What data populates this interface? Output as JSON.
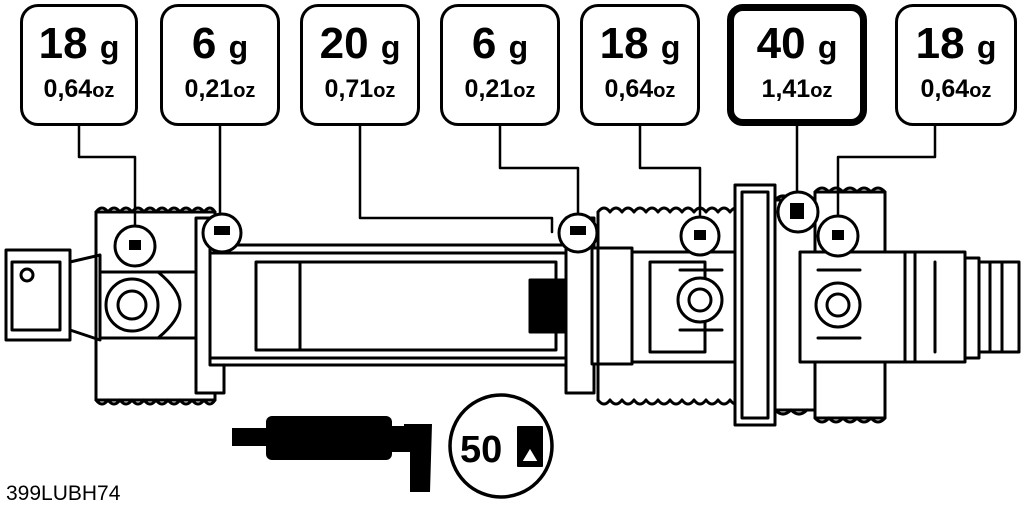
{
  "grease_points": [
    {
      "grams": "18",
      "grams_unit": "g",
      "ounces": "0,64",
      "ounces_unit": "oz"
    },
    {
      "grams": "6",
      "grams_unit": "g",
      "ounces": "0,21",
      "ounces_unit": "oz"
    },
    {
      "grams": "20",
      "grams_unit": "g",
      "ounces": "0,71",
      "ounces_unit": "oz"
    },
    {
      "grams": "6",
      "grams_unit": "g",
      "ounces": "0,21",
      "ounces_unit": "oz"
    },
    {
      "grams": "18",
      "grams_unit": "g",
      "ounces": "0,64",
      "ounces_unit": "oz"
    },
    {
      "grams": "40",
      "grams_unit": "g",
      "ounces": "1,41",
      "ounces_unit": "oz"
    },
    {
      "grams": "18",
      "grams_unit": "g",
      "ounces": "0,64",
      "ounces_unit": "oz"
    }
  ],
  "interval": {
    "value": "50",
    "icon": "hourglass-icon"
  },
  "tool_icon": "grease-gun-icon",
  "reference_code": "399LUBH74",
  "colors": {
    "ink": "#000000",
    "paper": "#ffffff"
  }
}
